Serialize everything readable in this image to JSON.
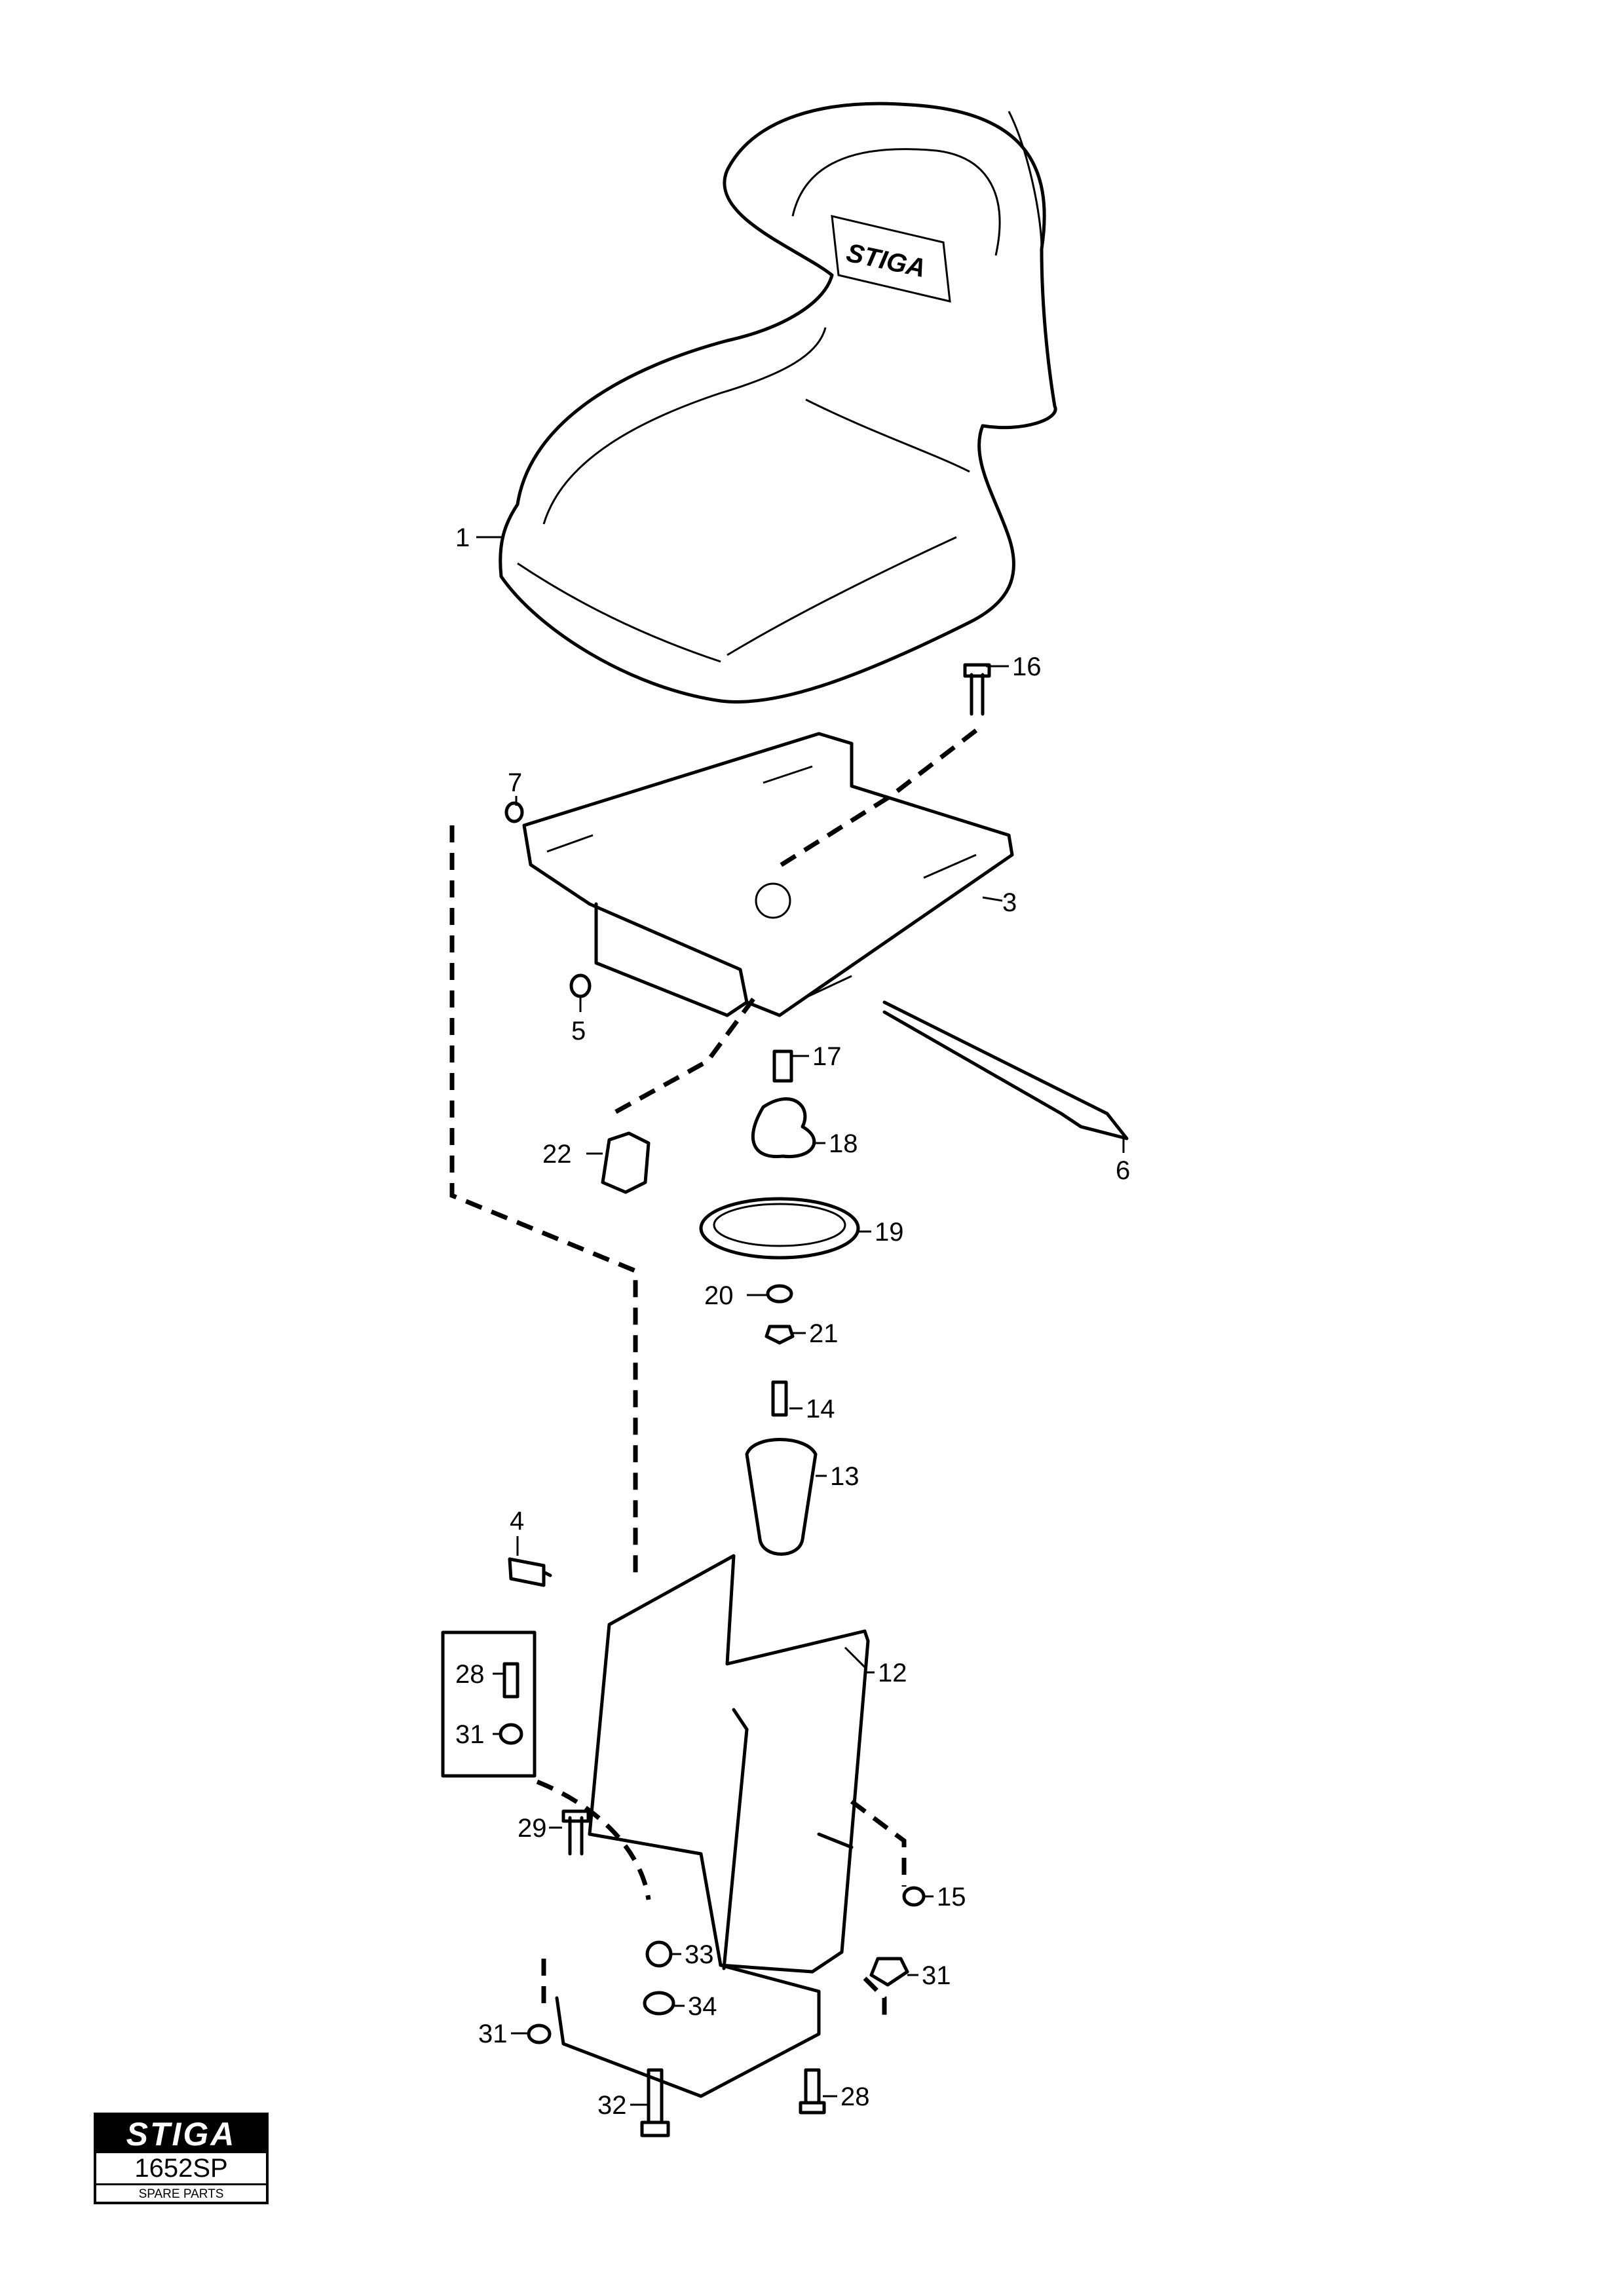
{
  "seat_logo": "STIGA",
  "callouts": [
    "1",
    "16",
    "7",
    "3",
    "5",
    "17",
    "22",
    "18",
    "6",
    "19",
    "20",
    "21",
    "14",
    "13",
    "4",
    "12",
    "28",
    "31",
    "29",
    "15",
    "33",
    "31",
    "34",
    "31",
    "32",
    "28"
  ],
  "title_block": {
    "brand": "STIGA",
    "model": "1652SP",
    "caption": "SPARE PARTS"
  }
}
